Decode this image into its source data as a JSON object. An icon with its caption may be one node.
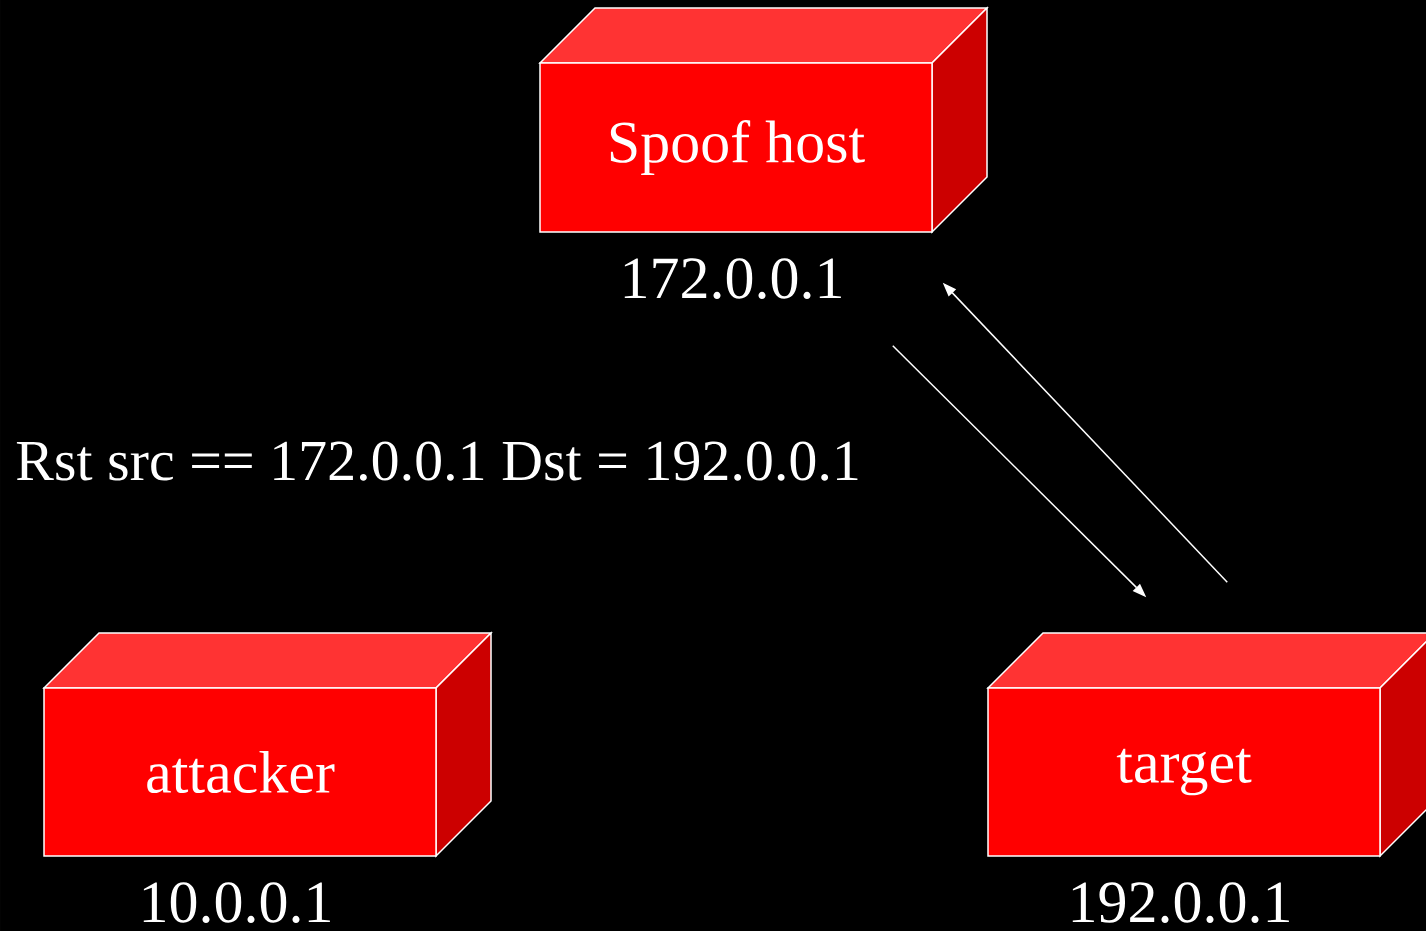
{
  "diagram": {
    "nodes": [
      {
        "text": [
          "Spoof host"
        ],
        "beside": [
          "172.0.0.1"
        ]
      },
      {
        "text": [
          "attacker"
        ],
        "beside": [
          "10.0.0.1"
        ]
      },
      {
        "text": [
          "target"
        ],
        "beside": [
          "192.0.0.1"
        ]
      }
    ],
    "edges": [
      {
        "from": 0,
        "to": 2,
        "arrow": "to"
      },
      {
        "from": 2,
        "to": 0,
        "arrow": "to"
      }
    ],
    "labels": [
      "Rst src == 172.0.0.1 Dst = 192.0.0.1"
    ]
  }
}
